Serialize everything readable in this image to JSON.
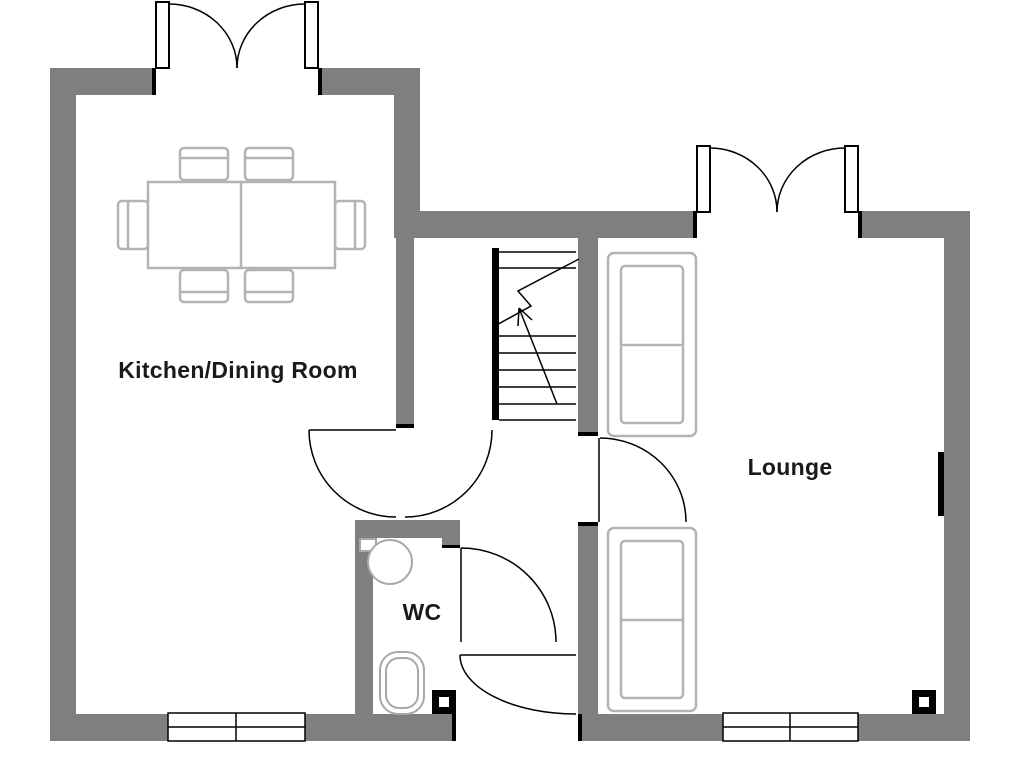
{
  "palette": {
    "background": "#ffffff",
    "wall": "#7f7f7f",
    "furniture": "#b3b3b3",
    "fixture": "#a8a8a8",
    "line": "#000000",
    "text": "#1a1a1a"
  },
  "rooms": {
    "kitchen": {
      "label": "Kitchen/Dining Room"
    },
    "lounge": {
      "label": "Lounge"
    },
    "wc": {
      "label": "WC"
    }
  }
}
